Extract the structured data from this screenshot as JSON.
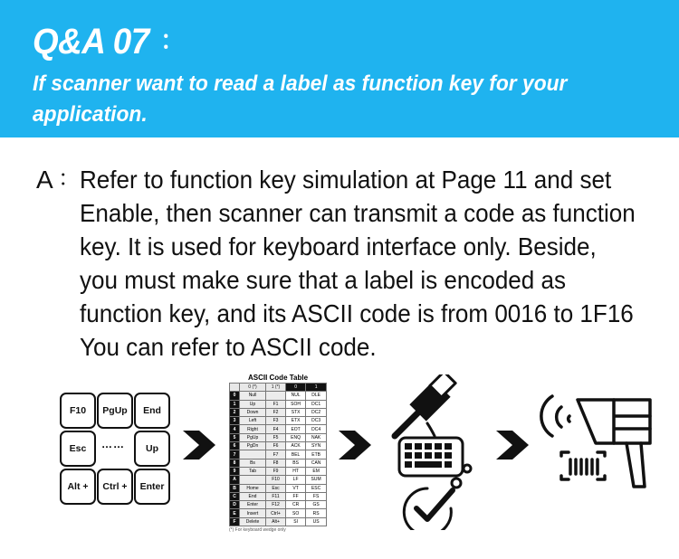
{
  "header": {
    "title": "Q&A 07",
    "title_colon": "：",
    "question": "If scanner want to read a label as function key for your application.",
    "background_color": "#1fb3ef"
  },
  "answer": {
    "label": "A",
    "label_colon": "：",
    "text": "Refer to function key simulation at Page 11 and set Enable, then scanner can transmit a code as function key. It is used for keyboard interface only. Beside, you must make sure that a label is encoded as function key, and its ASCII code is from 0016 to 1F16 You can refer to ASCII code."
  },
  "keys": {
    "f10": "F10",
    "pgup": "PgUp",
    "end": "End",
    "esc": "Esc",
    "dots": "……",
    "up": "Up",
    "alt": "Alt +",
    "ctrl": "Ctrl +",
    "enter": "Enter"
  },
  "ascii_table": {
    "title": "ASCII Code Table",
    "columns": [
      "",
      "0 (*)",
      "1 (*)",
      "0",
      "1"
    ],
    "rows": [
      [
        "0",
        "Null",
        "",
        "NUL",
        "DLE"
      ],
      [
        "1",
        "Up",
        "F1",
        "SOH",
        "DC1"
      ],
      [
        "2",
        "Down",
        "F2",
        "STX",
        "DC2"
      ],
      [
        "3",
        "Left",
        "F3",
        "ETX",
        "DC3"
      ],
      [
        "4",
        "Right",
        "F4",
        "EOT",
        "DC4"
      ],
      [
        "5",
        "PgUp",
        "F5",
        "ENQ",
        "NAK"
      ],
      [
        "6",
        "PgDn",
        "F6",
        "ACK",
        "SYN"
      ],
      [
        "7",
        "",
        "F7",
        "BEL",
        "ETB"
      ],
      [
        "8",
        "Bs",
        "F8",
        "BS",
        "CAN"
      ],
      [
        "9",
        "Tab",
        "F9",
        "HT",
        "EM"
      ],
      [
        "A",
        "",
        "F10",
        "LF",
        "SUM"
      ],
      [
        "B",
        "Home",
        "Esc",
        "VT",
        "ESC"
      ],
      [
        "C",
        "End",
        "F11",
        "FF",
        "FS"
      ],
      [
        "D",
        "Enter",
        "F12",
        "CR",
        "GS"
      ],
      [
        "E",
        "Insert",
        "Ctrl+",
        "SO",
        "RS"
      ],
      [
        "F",
        "Delete",
        "Alt+",
        "SI",
        "US"
      ]
    ],
    "note": "(*) For keyboard wedge only"
  },
  "icons": {
    "step1": "function-keys",
    "step2": "ascii-table",
    "step3": "usb-keyboard-check-icon",
    "step4": "barcode-scanner-icon"
  }
}
